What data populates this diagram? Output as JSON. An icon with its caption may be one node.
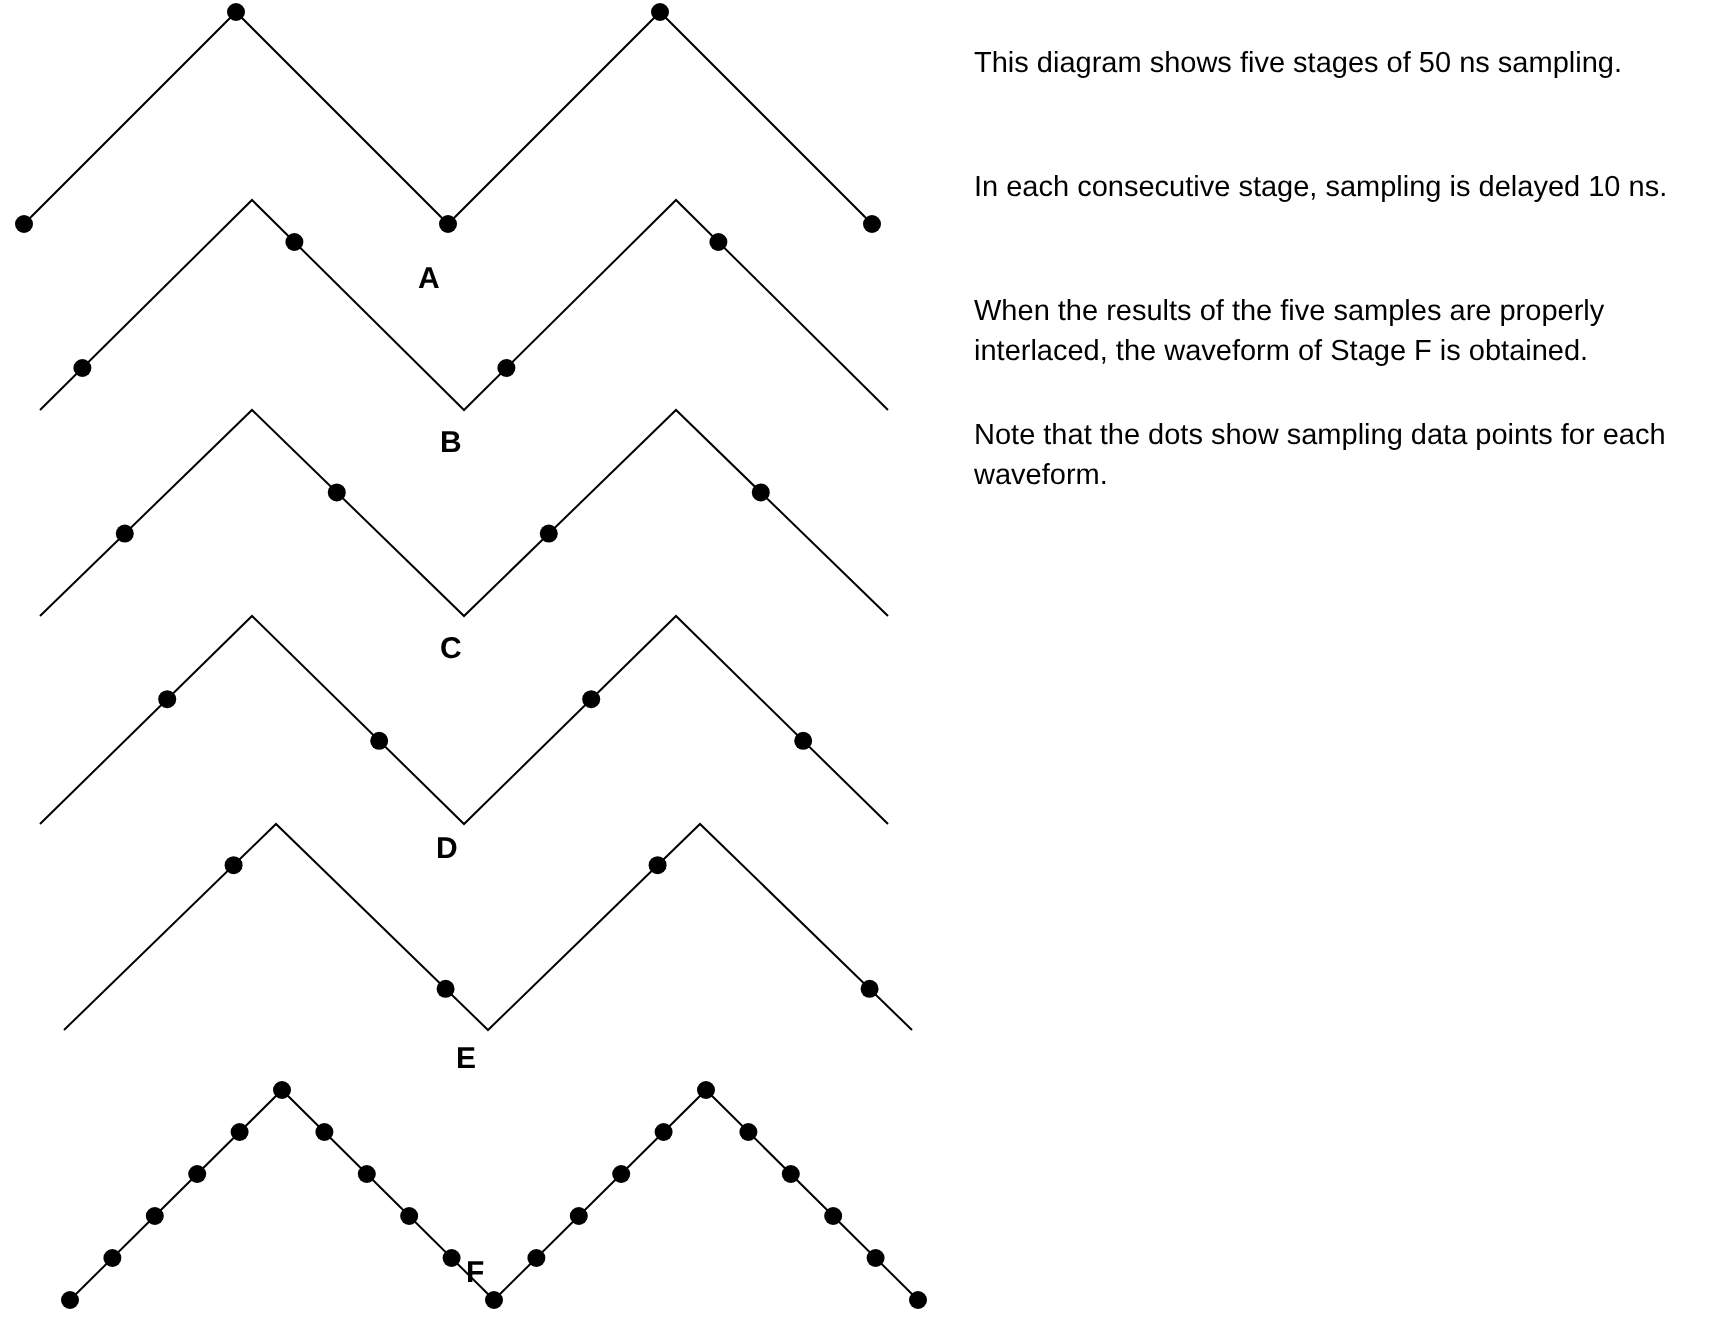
{
  "diagram": {
    "labels": [
      "A",
      "B",
      "C",
      "D",
      "E",
      "F",
      "This diagram shows five stages of 50 ns sampling.",
      "In each consecutive stage, sampling is delayed 10 ns.",
      "When the results of the five samples are properly interlaced, the waveform of Stage F is obtained.",
      "Note that the dots show sampling data points for each waveform."
    ]
  }
}
